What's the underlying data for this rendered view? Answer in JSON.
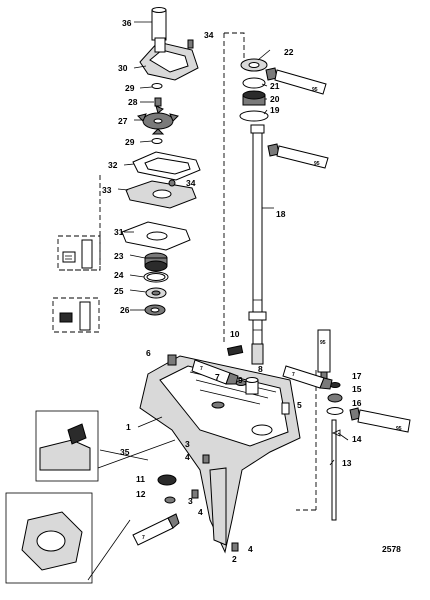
{
  "figure_number": "2578",
  "callouts": [
    {
      "id": "c1",
      "text": "1"
    },
    {
      "id": "c2",
      "text": "2"
    },
    {
      "id": "c3a",
      "text": "3"
    },
    {
      "id": "c3b",
      "text": "3"
    },
    {
      "id": "c4a",
      "text": "4"
    },
    {
      "id": "c4b",
      "text": "4"
    },
    {
      "id": "c4c",
      "text": "4"
    },
    {
      "id": "c5",
      "text": "5"
    },
    {
      "id": "c6",
      "text": "6"
    },
    {
      "id": "c7",
      "text": "7"
    },
    {
      "id": "c8",
      "text": "8"
    },
    {
      "id": "c9",
      "text": "9"
    },
    {
      "id": "c10",
      "text": "10"
    },
    {
      "id": "c11",
      "text": "11"
    },
    {
      "id": "c12",
      "text": "12"
    },
    {
      "id": "c13",
      "text": "13"
    },
    {
      "id": "c14",
      "text": "14"
    },
    {
      "id": "c15",
      "text": "15"
    },
    {
      "id": "c16",
      "text": "16"
    },
    {
      "id": "c17",
      "text": "17"
    },
    {
      "id": "c18",
      "text": "18"
    },
    {
      "id": "c19",
      "text": "19"
    },
    {
      "id": "c20",
      "text": "20"
    },
    {
      "id": "c21",
      "text": "21"
    },
    {
      "id": "c22",
      "text": "22"
    },
    {
      "id": "c23",
      "text": "23"
    },
    {
      "id": "c24",
      "text": "24"
    },
    {
      "id": "c25",
      "text": "25"
    },
    {
      "id": "c26",
      "text": "26"
    },
    {
      "id": "c27",
      "text": "27"
    },
    {
      "id": "c28",
      "text": "28"
    },
    {
      "id": "c29a",
      "text": "29"
    },
    {
      "id": "c29b",
      "text": "29"
    },
    {
      "id": "c30",
      "text": "30"
    },
    {
      "id": "c31",
      "text": "31"
    },
    {
      "id": "c32",
      "text": "32"
    },
    {
      "id": "c33",
      "text": "33"
    },
    {
      "id": "c34a",
      "text": "34"
    },
    {
      "id": "c34b",
      "text": "34"
    },
    {
      "id": "c35",
      "text": "35"
    },
    {
      "id": "c36",
      "text": "36"
    }
  ],
  "tube_labels": {
    "t95a": "95",
    "t95b": "95",
    "t95c": "95",
    "t95d": "95",
    "t7a": "7",
    "t7b": "7",
    "t7c": "7"
  }
}
